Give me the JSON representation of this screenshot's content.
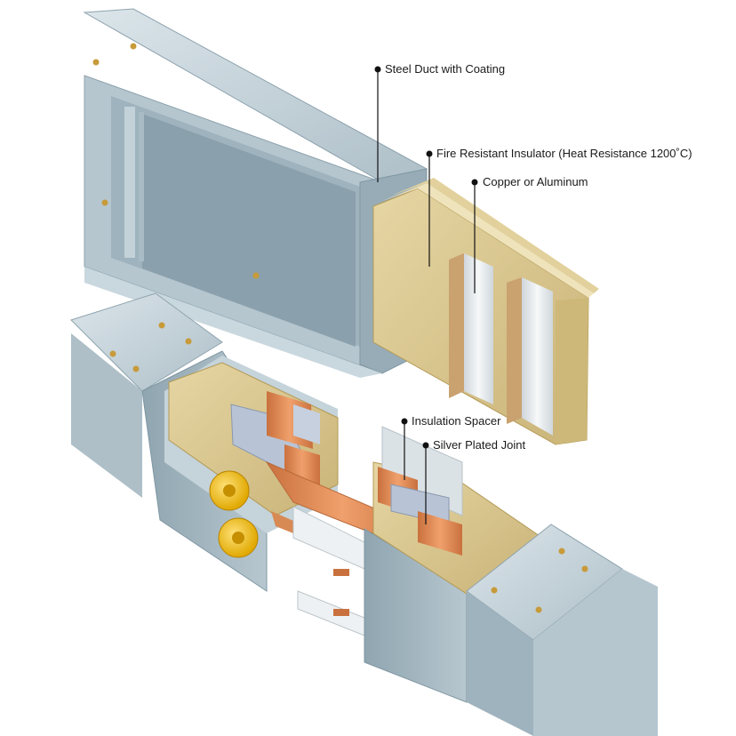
{
  "labels": {
    "steel_duct": "Steel Duct with Coating",
    "fire_insulator": "Fire Resistant Insulator (Heat Resistance 1200˚C)",
    "conductor": "Copper or Aluminum",
    "insulation_spacer": "Insulation Spacer",
    "silver_joint": "Silver Plated Joint"
  },
  "colors": {
    "steel": "#a9bcc6",
    "steel_light": "#c9d7de",
    "steel_dark": "#7f97a3",
    "insulator": "#d9c48a",
    "copper": "#e08a55",
    "silver": "#e8ecef",
    "bolt": "#f2c21c",
    "leader": "#111111"
  }
}
